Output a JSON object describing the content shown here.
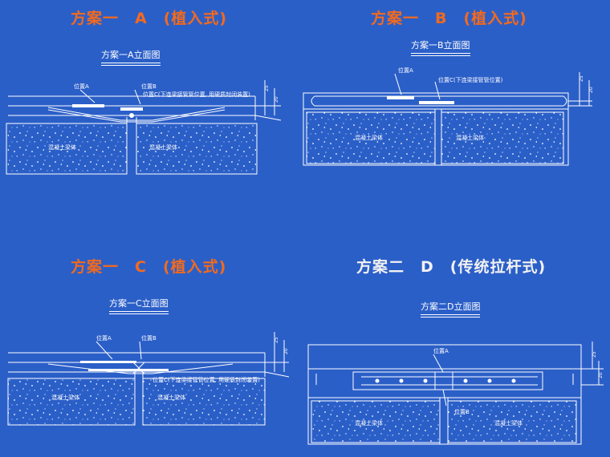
{
  "panels": {
    "a": {
      "heading": "方案一　A　(植入式)",
      "subtitle": "方案一A立面图",
      "labels": {
        "pos_a": "位置A",
        "pos_b": "位置B",
        "pos_c": "位置C(下连梁接管管位置, 用硬质封闭装置)",
        "concrete_left": "混凝土梁体",
        "concrete_right": "混凝土梁体"
      },
      "dims": {
        "d1": "25",
        "d2": "20"
      }
    },
    "b": {
      "heading": "方案一　B　(植入式)",
      "subtitle": "方案一B立面图",
      "labels": {
        "pos_a": "位置A",
        "pos_c": "位置C(下连梁接管管位置)",
        "concrete_left": "混凝土梁体",
        "concrete_right": "混凝土梁体"
      },
      "dims": {
        "d1": "25",
        "d2": "20"
      }
    },
    "c": {
      "heading": "方案一　C　(植入式)",
      "subtitle": "方案一C立面图",
      "labels": {
        "pos_a": "位置A",
        "pos_b": "位置B",
        "pos_c": "位置C(下连梁接管管位置, 用硬质封闭装置)",
        "concrete_left": "混凝土梁体",
        "concrete_right": "混凝土梁体"
      },
      "dims": {
        "d1": "25",
        "d2": "20"
      }
    },
    "d": {
      "heading": "方案二　D　(传统拉杆式)",
      "subtitle": "方案二D立面图",
      "labels": {
        "pos_a": "位置A",
        "pos_b": "位置B",
        "concrete_left": "混凝土梁体",
        "concrete_right": "混凝土梁体"
      },
      "dims": {
        "d1": "25",
        "d2": "20"
      }
    }
  },
  "colors": {
    "background": "#2b5fc8",
    "heading_orange": "#f36a1d",
    "heading_white": "#f2f2f2",
    "lines": "#ffffff"
  }
}
